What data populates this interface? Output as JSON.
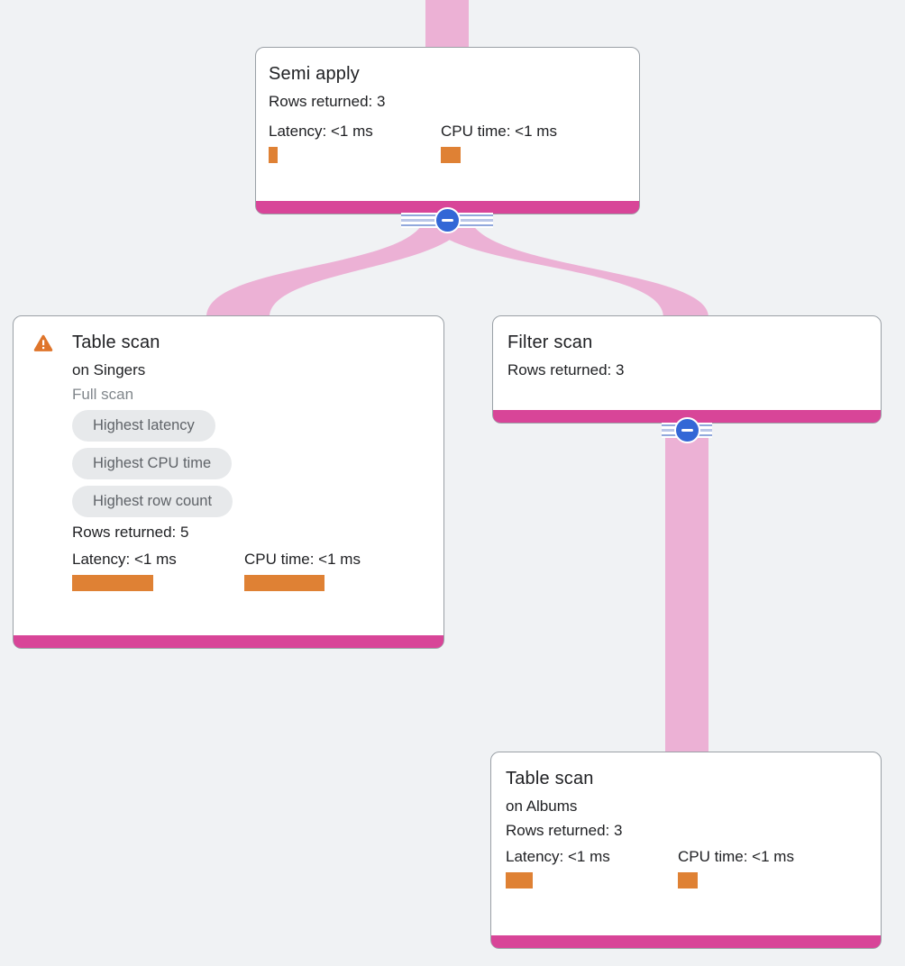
{
  "page": {
    "background": "#f0f2f4"
  },
  "colors": {
    "edge_pink": "#ecb1d5",
    "node_footer_magenta": "#d84598",
    "metric_bar_orange": "#df8134",
    "collapse_button_blue": "#3367d6",
    "badge_bg": "#e7e9eb",
    "badge_text": "#5f6368",
    "card_border": "#9aa0a6"
  },
  "icons": {
    "warning": "warning-triangle",
    "collapse": "minus-in-circle"
  },
  "nodes": {
    "semi_apply": {
      "title": "Semi apply",
      "rows": "Rows returned: 3",
      "latency_label": "Latency: <1 ms",
      "cpu_label": "CPU time: <1 ms",
      "latency_bar_style": "width:10px",
      "cpu_bar_style": "width:22px"
    },
    "table_scan_singers": {
      "title": "Table scan",
      "on": "on Singers",
      "scan_type": "Full scan",
      "badges": [
        "Highest latency",
        "Highest CPU time",
        "Highest row count"
      ],
      "rows": "Rows returned: 5",
      "latency_label": "Latency: <1 ms",
      "cpu_label": "CPU time: <1 ms",
      "latency_bar_style": "width:90px",
      "cpu_bar_style": "width:89px"
    },
    "filter_scan": {
      "title": "Filter scan",
      "rows": "Rows returned: 3"
    },
    "table_scan_albums": {
      "title": "Table scan",
      "on": "on Albums",
      "rows": "Rows returned: 3",
      "latency_label": "Latency: <1 ms",
      "cpu_label": "CPU time: <1 ms",
      "latency_bar_style": "width:30px",
      "cpu_bar_style": "width:22px"
    }
  },
  "edges": [
    {
      "from": "parent",
      "to": "semi_apply"
    },
    {
      "from": "semi_apply",
      "to": "table_scan_singers"
    },
    {
      "from": "semi_apply",
      "to": "filter_scan"
    },
    {
      "from": "filter_scan",
      "to": "table_scan_albums"
    }
  ]
}
